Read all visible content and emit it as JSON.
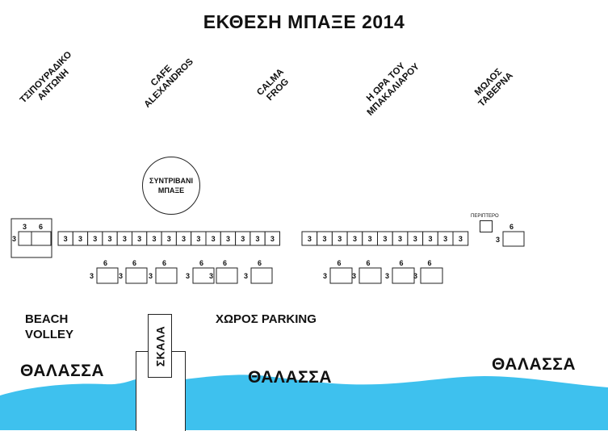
{
  "title": "ΕΚΘΕΣΗ ΜΠΑΞΕ 2014",
  "venues": [
    {
      "line1": "ΤΣΙΠΟΥΡΑΔΙΚΟ",
      "line2": "ΑΝΤΩΝΗ"
    },
    {
      "line1": "CAFE",
      "line2": "ALEXANDROS"
    },
    {
      "line1": "CALMA",
      "line2": "FROG"
    },
    {
      "line1": "Η ΩΡΑ ΤΟΥ",
      "line2": "ΜΠΑΚΑΛΙΑΡΟΥ"
    },
    {
      "line1": "ΜΩΛΟΣ",
      "line2": "ΤΑΒΕΡΝΑ"
    }
  ],
  "fountain": {
    "line1": "ΣΥΝΤΡΙΒΑΝΙ",
    "line2": "ΜΠΑΞΕ"
  },
  "kiosk_label": "ΠΕΡΙΠΤΕΡΟ",
  "booth_labels": {
    "small": "3",
    "large": "6"
  },
  "areas": {
    "beach_volley_line1": "BEACH",
    "beach_volley_line2": "VOLLEY",
    "parking": "ΧΩΡΟΣ PARKING",
    "stairs": "ΣΚΑΛΑ"
  },
  "sea": {
    "left": "ΘΑΛΑΣΣΑ",
    "center": "ΘΑΛΑΣΣΑ",
    "right": "ΘΑΛΑΣΣΑ"
  },
  "colors": {
    "sea": "#3ec1ee",
    "outline": "#222222"
  }
}
